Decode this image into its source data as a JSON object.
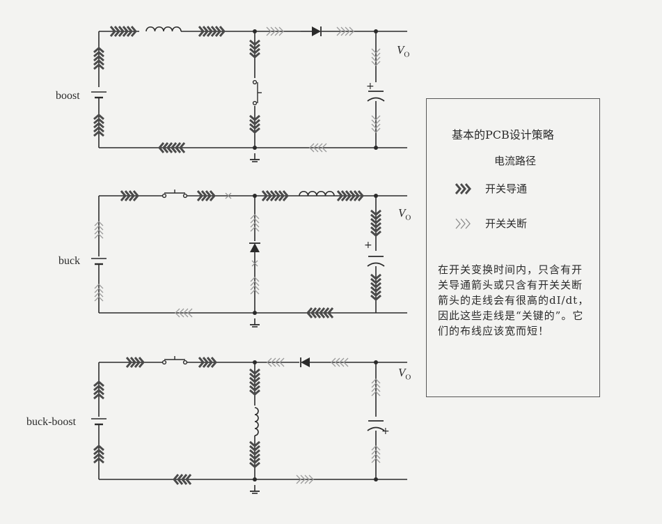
{
  "circuits": [
    {
      "label": "boost"
    },
    {
      "label": "buck"
    },
    {
      "label": "buck-boost"
    }
  ],
  "output": {
    "symbol": "V",
    "subscript": "O"
  },
  "panel": {
    "title": "基本的PCB设计策略",
    "subtitle": "电流路径",
    "legend": [
      {
        "label": "开关导通",
        "style": "filled-chevrons"
      },
      {
        "label": "开关关断",
        "style": "hollow-chevrons"
      }
    ],
    "note": "在开关变换时间内，只含有开关导通箭头或只含有开关关断箭头的走线会有很高的dI/dt，因此这些走线是“关键的”。它们的布线应该宽而短！"
  },
  "colors": {
    "ink": "#2a2a2a",
    "paper": "#f3f3f1",
    "on_arrow": "#4a4a4a",
    "off_arrow": "#9a9a9a"
  }
}
